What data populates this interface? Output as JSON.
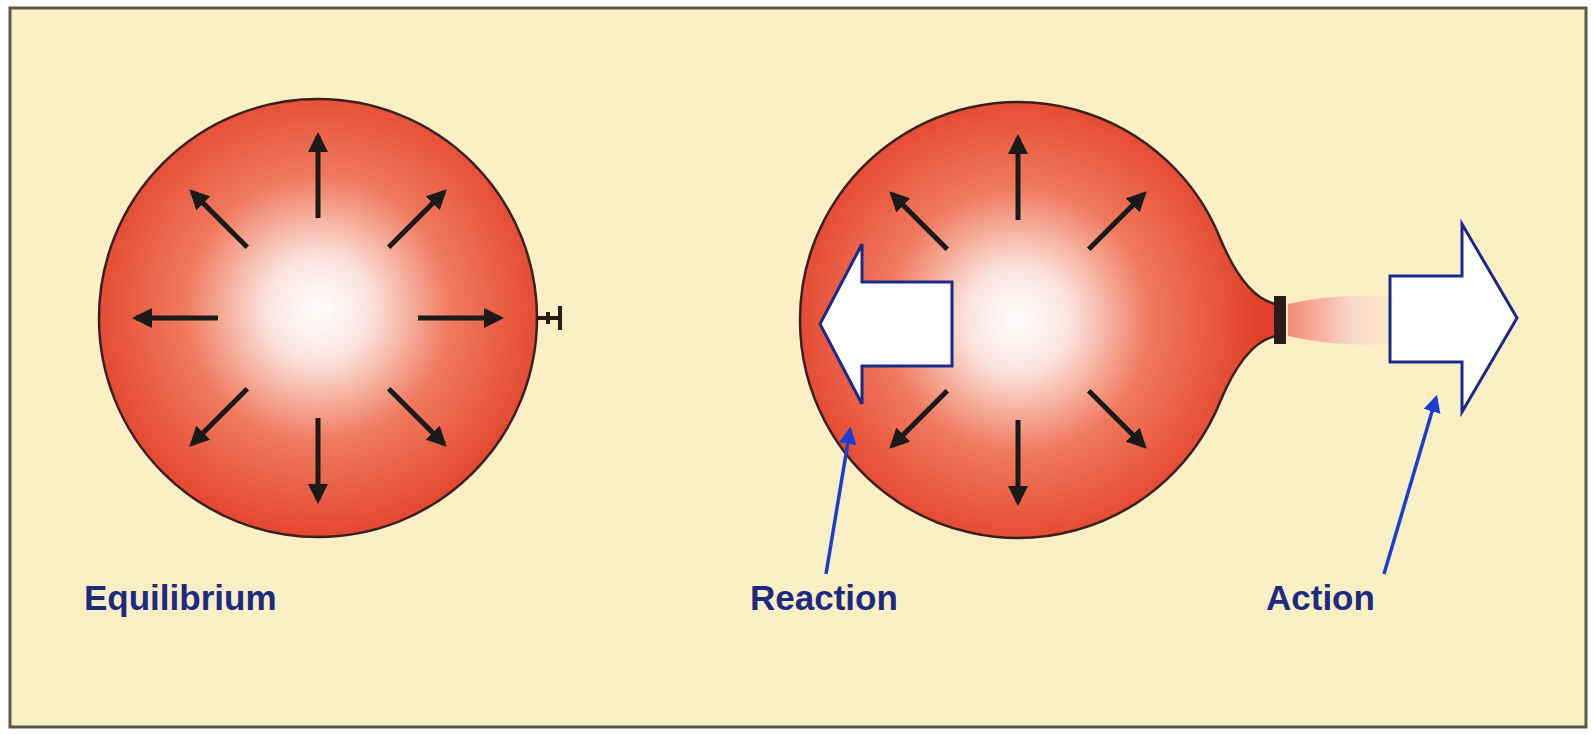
{
  "diagram": {
    "labels": [
      "Equilibrium",
      "Reaction",
      "Action"
    ]
  }
}
